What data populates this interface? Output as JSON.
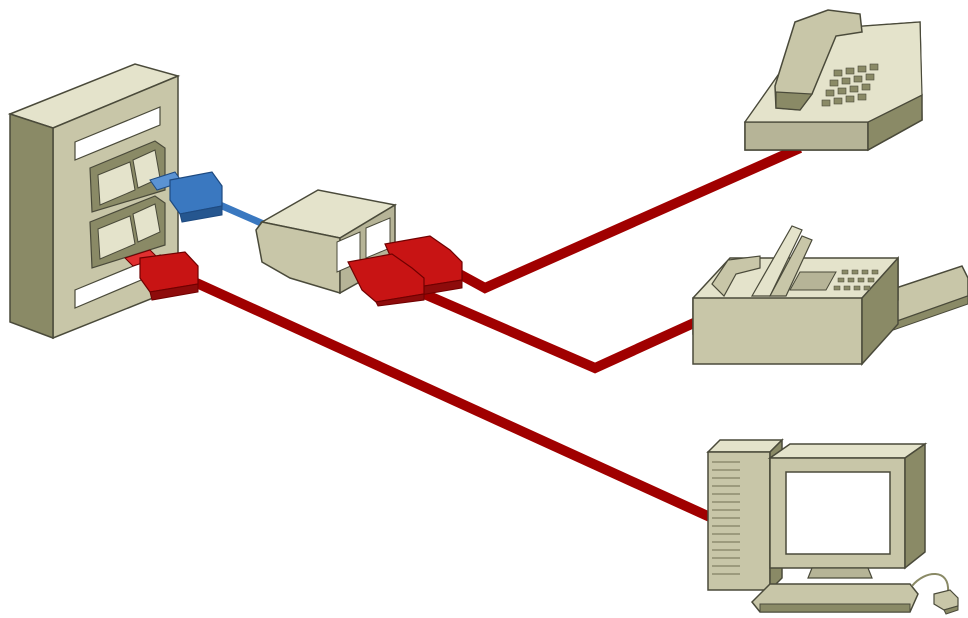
{
  "diagram": {
    "type": "network-cabling-illustration",
    "colors": {
      "background": "#ffffff",
      "device_front": "#c8c6a8",
      "device_side": "#8a8a66",
      "device_top": "#e4e3cb",
      "outline": "#4a4a3a",
      "phone_cable": "#a00000",
      "plug_red": "#c81414",
      "plug_blue": "#3a78c0",
      "screen": "#ffffff"
    },
    "nodes": [
      {
        "id": "wall-plate",
        "icon": "wall-jack-plate-icon"
      },
      {
        "id": "line-splitter",
        "icon": "rj11-splitter-icon"
      },
      {
        "id": "telephone",
        "icon": "desk-telephone-icon"
      },
      {
        "id": "fax-machine",
        "icon": "fax-machine-icon"
      },
      {
        "id": "computer",
        "icon": "desktop-computer-icon"
      }
    ],
    "connections": [
      {
        "from": "wall-plate",
        "to": "line-splitter",
        "cable": "blue"
      },
      {
        "from": "line-splitter",
        "to": "telephone",
        "cable": "red"
      },
      {
        "from": "line-splitter",
        "to": "fax-machine",
        "cable": "red"
      },
      {
        "from": "wall-plate",
        "to": "computer",
        "cable": "red"
      }
    ]
  }
}
